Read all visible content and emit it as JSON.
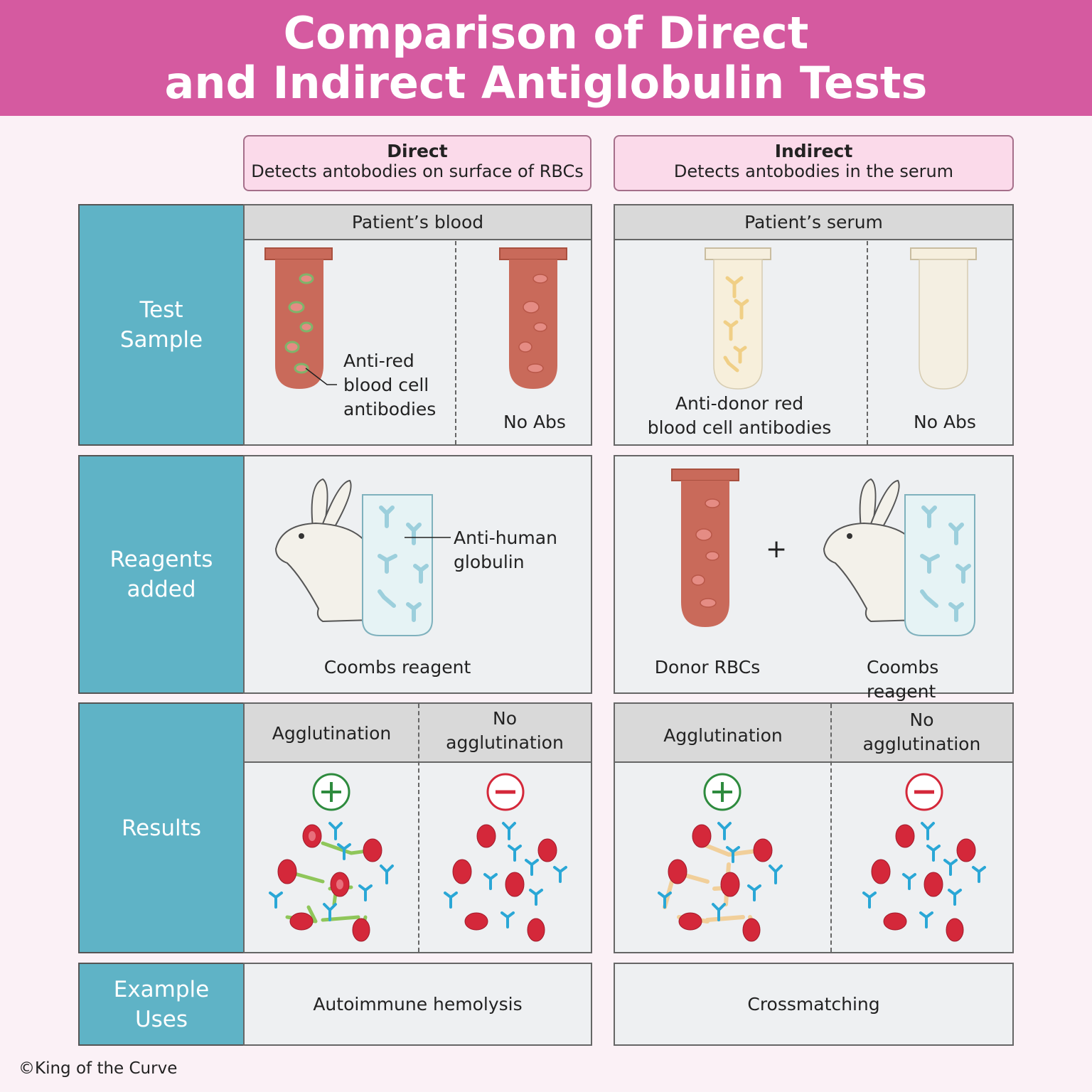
{
  "title": {
    "line1": "Comparison of Direct",
    "line2": "and Indirect Antiglobulin Tests"
  },
  "columns": {
    "direct": {
      "heading": "Direct",
      "subtitle": "Detects antobodies on surface of RBCs"
    },
    "indirect": {
      "heading": "Indirect",
      "subtitle": "Detects antobodies in the serum"
    }
  },
  "rows": {
    "test_sample": {
      "line1": "Test",
      "line2": "Sample"
    },
    "reagents": {
      "line1": "Reagents",
      "line2": "added"
    },
    "results": {
      "line1": "Results"
    },
    "uses": {
      "line1": "Example",
      "line2": "Uses"
    }
  },
  "direct": {
    "sample_header": "Patient’s blood",
    "antibody_label": {
      "l1": "Anti-red",
      "l2": "blood cell",
      "l3": "antibodies"
    },
    "no_abs": "No Abs",
    "reagent_label": {
      "l1": "Anti-human",
      "l2": "globulin"
    },
    "coombs": "Coombs reagent",
    "agglutination": "Agglutination",
    "no_agglutination": {
      "l1": "No",
      "l2": "agglutination"
    },
    "use": "Autoimmune hemolysis"
  },
  "indirect": {
    "sample_header": "Patient’s serum",
    "antibody_label": {
      "l1": "Anti-donor red",
      "l2": "blood cell antibodies"
    },
    "no_abs": "No Abs",
    "plus": "+",
    "donor": "Donor RBCs",
    "coombs": "Coombs reagent",
    "agglutination": "Agglutination",
    "no_agglutination": {
      "l1": "No",
      "l2": "agglutination"
    },
    "use": "Crossmatching"
  },
  "copyright": "©King of the Curve",
  "colors": {
    "banner": "#d55aa0",
    "row_label": "#5fb3c6",
    "blood": "#c96a5a",
    "rbc": "#d4283a",
    "antiglobulin": "#2aa7d6",
    "positive": "#2e8b3e",
    "negative": "#d4283a"
  }
}
